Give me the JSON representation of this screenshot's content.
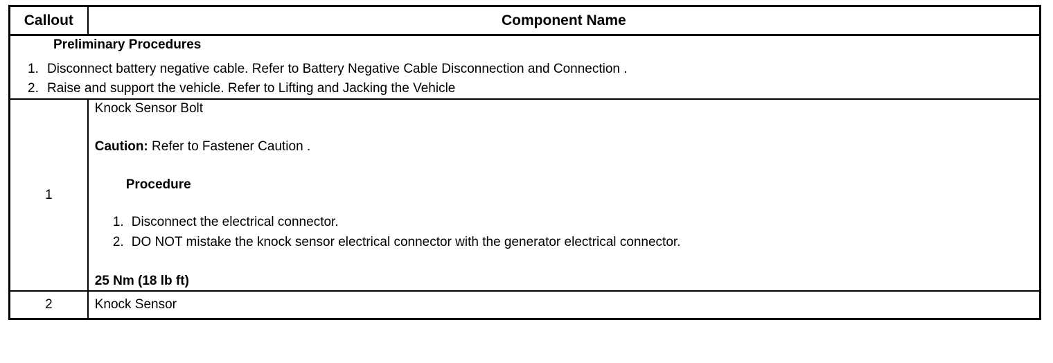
{
  "table": {
    "headers": {
      "callout": "Callout",
      "component_name": "Component Name"
    },
    "preliminary": {
      "title": "Preliminary Procedures",
      "steps": [
        {
          "num": "1.",
          "text": "Disconnect battery negative cable. Refer to Battery Negative Cable Disconnection and Connection ."
        },
        {
          "num": "2.",
          "text": "Raise and support the vehicle. Refer to Lifting and Jacking the Vehicle"
        }
      ]
    },
    "rows": [
      {
        "callout": "1",
        "name": "Knock Sensor Bolt",
        "caution_label": "Caution:",
        "caution_text": " Refer to Fastener Caution .",
        "procedure_title": "Procedure",
        "procedure_steps": [
          {
            "num": "1.",
            "text": "Disconnect the electrical connector."
          },
          {
            "num": "2.",
            "text": "DO NOT mistake the knock sensor electrical connector with the generator electrical connector."
          }
        ],
        "torque": "25 Nm (18 lb ft)"
      },
      {
        "callout": "2",
        "name": "Knock Sensor"
      }
    ]
  },
  "colors": {
    "border": "#000000",
    "background": "#ffffff",
    "text": "#000000"
  }
}
